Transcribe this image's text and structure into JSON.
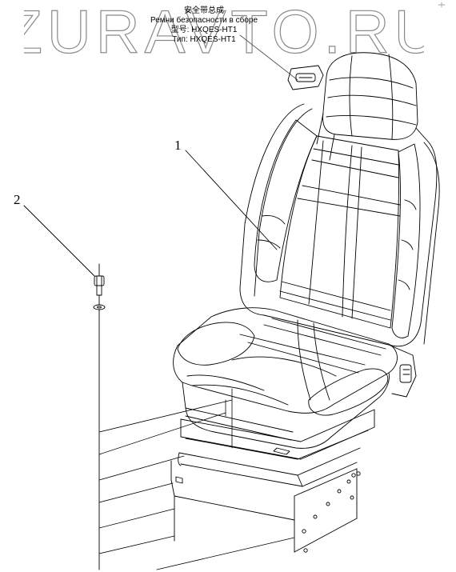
{
  "watermark": {
    "text": "ZURAVTO.RU"
  },
  "title_block": {
    "line_cn": "安全带总成",
    "line_ru": "Ремни безопасности в сборе",
    "model_cn": "型号: HXQES-HT1",
    "model_ru": "Тип: HXQES-HT1"
  },
  "callouts": [
    {
      "label": "1",
      "part": "seat-assembly"
    },
    {
      "label": "2",
      "part": "bolt-with-washer"
    }
  ]
}
